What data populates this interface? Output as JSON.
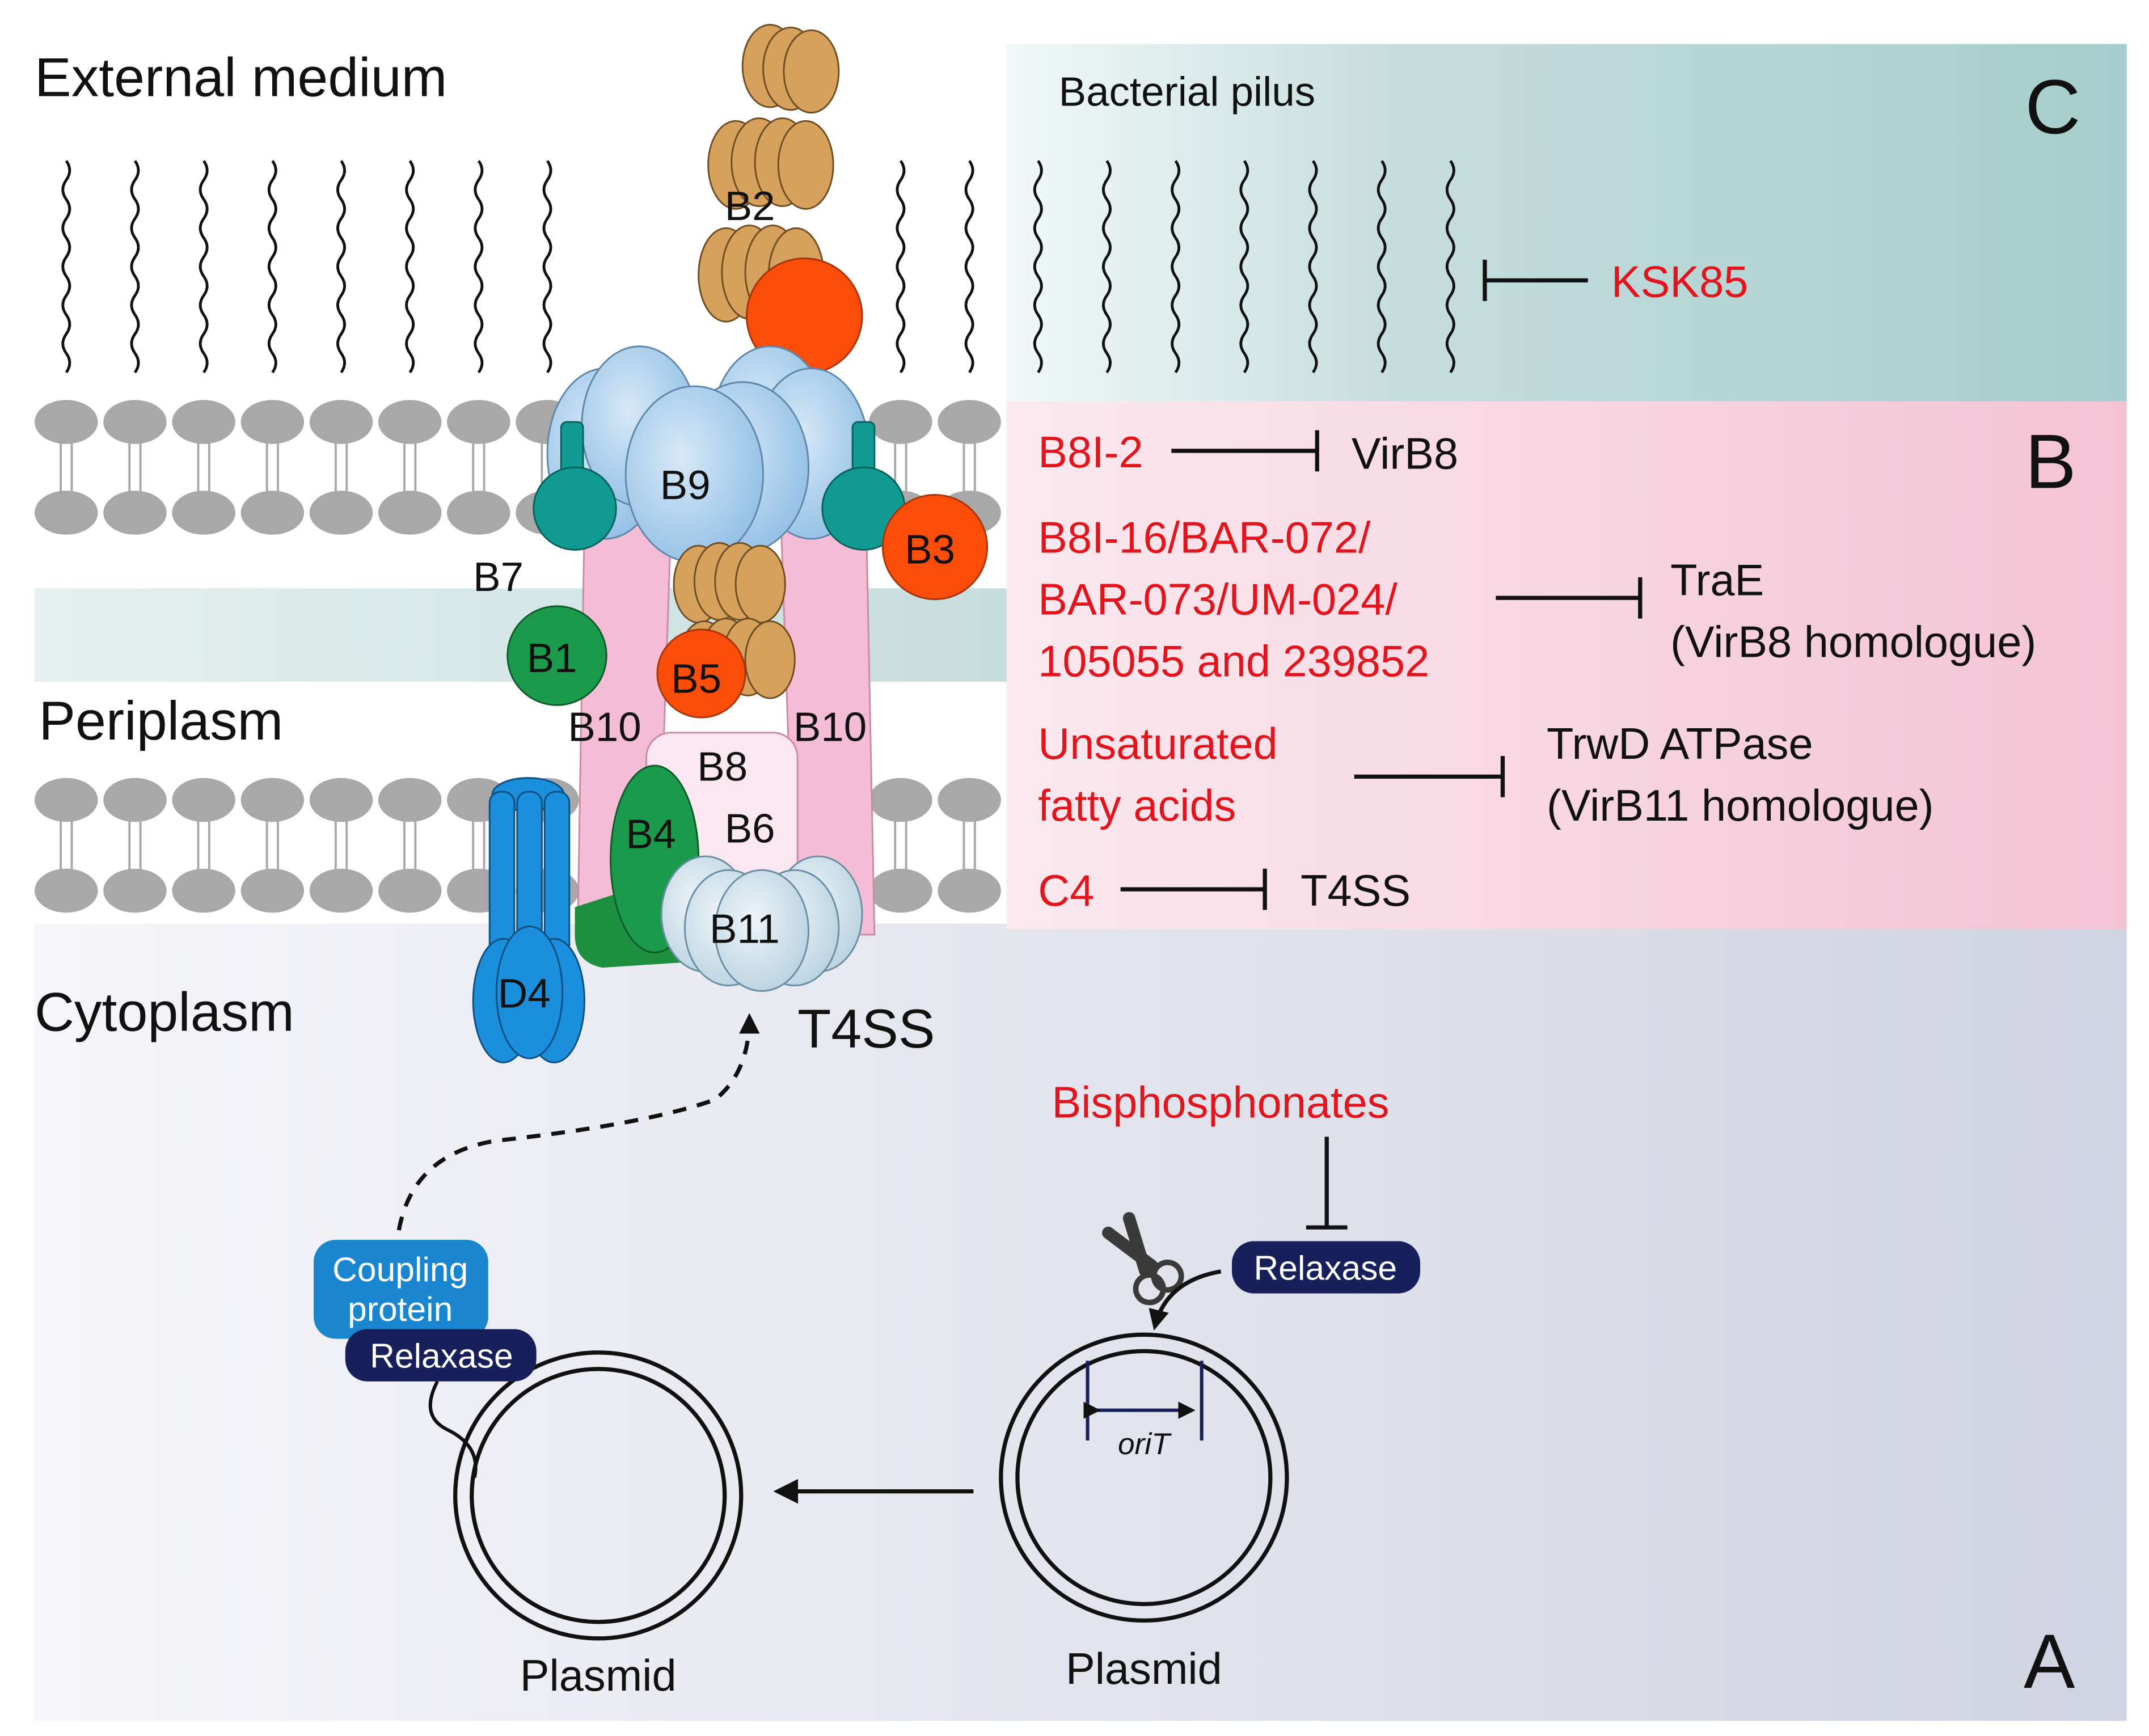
{
  "regions": {
    "external": "External medium",
    "periplasm": "Periplasm",
    "cytoplasm": "Cytoplasm"
  },
  "panels": {
    "a": "A",
    "b": "B",
    "c": "C"
  },
  "pilus_label": "Bacterial pilus",
  "subunits": {
    "b2": "B2",
    "b3": "B3",
    "b9": "B9",
    "b7": "B7",
    "b1": "B1",
    "b5": "B5",
    "b10_left": "B10",
    "b10_right": "B10",
    "b8": "B8",
    "b6": "B6",
    "b4": "B4",
    "b11": "B11",
    "d4": "D4"
  },
  "t4ss_label": "T4SS",
  "inhibitors": {
    "ksk85": "KSK85",
    "b8i2": {
      "inhibitor": "B8I-2",
      "target": "VirB8"
    },
    "b8i16": {
      "inhibitor_lines": [
        "B8I-16/BAR-072/",
        "BAR-073/UM-024/",
        "105055 and 239852"
      ],
      "target_lines": [
        "TraE",
        "(VirB8 homologue)"
      ]
    },
    "ufa": {
      "inhibitor_lines": [
        "Unsaturated",
        "fatty acids"
      ],
      "target_lines": [
        "TrwD ATPase",
        "(VirB11 homologue)"
      ]
    },
    "c4": {
      "inhibitor": "C4",
      "target": "T4SS"
    },
    "bisphosphonates": "Bisphosphonates"
  },
  "relaxase_right": "Relaxase",
  "relaxase_left": "Relaxase",
  "coupling_protein": [
    "Coupling",
    "protein"
  ],
  "orit": "oriT",
  "plasmid_left": "Plasmid",
  "plasmid_right": "Plasmid",
  "colors": {
    "inhibitor_red": "#e3141b",
    "relaxase_navy": "#17205a",
    "coupling_blue": "#1a86d0",
    "pilus_tan": "#d6a05d",
    "orange": "#fb4d0a",
    "green": "#1a9a4a",
    "teal": "#119a92",
    "pink": "#f4bdd5",
    "b9_blue": "#a9cdea",
    "d4_blue": "#1b8fdc",
    "membrane_grey": "#a8a8a8"
  }
}
